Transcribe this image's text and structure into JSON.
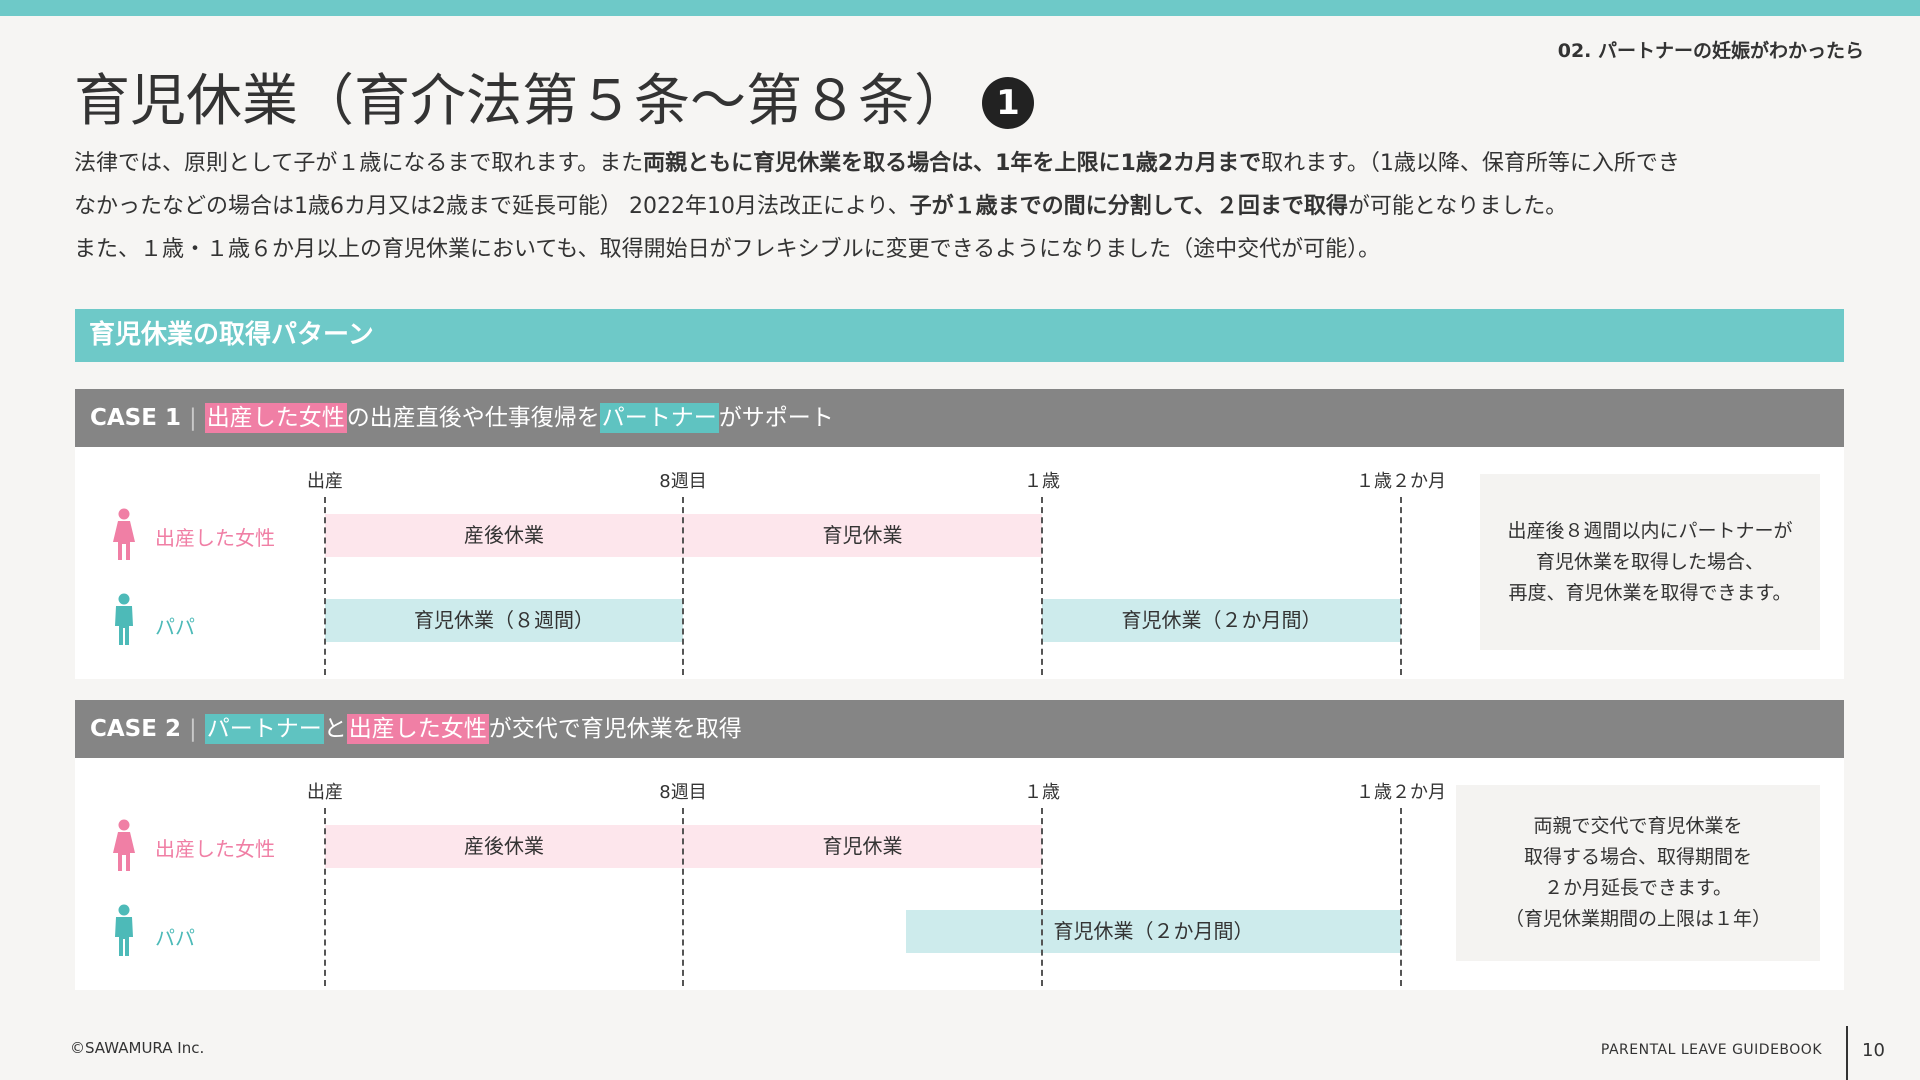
{
  "section_tag": "02. パートナーの妊娠がわかったら",
  "title": "育児休業（育介法第５条〜第８条）",
  "title_number": "1",
  "intro": {
    "l1_a": "法律では、原則として子が１歳になるまで取れます。また",
    "l1_b": "両親ともに育児休業を取る場合は、1年を上限に1歳2カ月まで",
    "l1_c": "取れます。（1歳以降、保育所等に入所でき",
    "l2_a": "なかったなどの場合は1歳6カ月又は2歳まで延長可能） 2022年10月法改正により、",
    "l2_b": "子が１歳までの間に分割して、２回まで取得",
    "l2_c": "が可能となりました。",
    "l3": "また、１歳・１歳６か月以上の育児休業においても、取得開始日がフレキシブルに変更できるようになりました（途中交代が可能）。"
  },
  "patterns_header": "育児休業の取得パターン",
  "timeline_ticks": [
    "出産",
    "8週目",
    "１歳",
    "１歳２か月"
  ],
  "row_labels": {
    "mother": "出産した女性",
    "father": "パパ"
  },
  "case1": {
    "no": "CASE 1",
    "sep": "|",
    "hl1": "出産した女性",
    "t1": "の出産直後や仕事復帰を",
    "hl2": "パートナー",
    "t2": "がサポート",
    "bars": {
      "m1": "産後休業",
      "m2": "育児休業",
      "f1": "育児休業（８週間）",
      "f2": "育児休業（２か月間）"
    },
    "note": [
      "出産後８週間以内にパートナーが",
      "育児休業を取得した場合、",
      "再度、育児休業を取得できます。"
    ]
  },
  "case2": {
    "no": "CASE 2",
    "sep": "|",
    "hl1": "パートナー",
    "t1": "と",
    "hl2": "出産した女性",
    "t2": "が交代で育児休業を取得",
    "bars": {
      "m1": "産後休業",
      "m2": "育児休業",
      "f1": "育児休業（２か月間）"
    },
    "note": [
      "両親で交代で育児休業を",
      "取得する場合、取得期間を",
      "２か月延長できます。",
      "（育児休業期間の上限は１年）"
    ]
  },
  "footer": {
    "copyright": "©SAWAMURA Inc.",
    "guide": "PARENTAL LEAVE GUIDEBOOK",
    "page": "10"
  },
  "colors": {
    "teal": "#6ec9c8",
    "pink": "#f07fa5",
    "gray_header": "#858585",
    "pink_bar": "#fde6ec",
    "teal_bar": "#cdebec"
  },
  "icons": {
    "mother": "woman-figure-icon",
    "father": "man-figure-icon"
  }
}
